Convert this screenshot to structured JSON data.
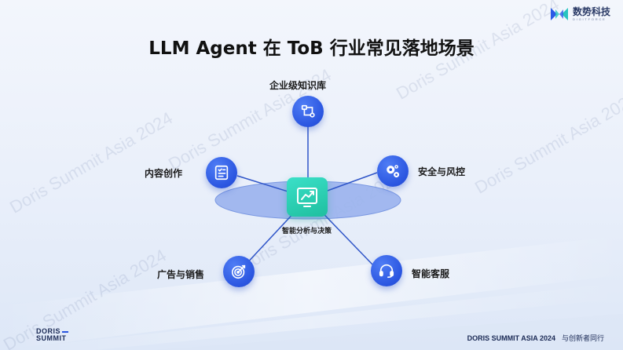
{
  "brand": {
    "logo_cn": "数势科技",
    "logo_en": "DIGITFORCE"
  },
  "slide": {
    "title": "LLM Agent 在 ToB 行业常见落地场景",
    "watermark": "Doris Summit Asia 2024"
  },
  "diagram": {
    "center": {
      "label": "智能分析与决策",
      "icon": "trend-chart-icon"
    },
    "nodes": [
      {
        "id": "knowledge",
        "label": "企业级知识库",
        "icon": "flow-chart-icon"
      },
      {
        "id": "content",
        "label": "内容创作",
        "icon": "document-list-icon"
      },
      {
        "id": "security",
        "label": "安全与风控",
        "icon": "gears-icon"
      },
      {
        "id": "ads",
        "label": "广告与销售",
        "icon": "target-icon"
      },
      {
        "id": "service",
        "label": "智能客服",
        "icon": "headset-icon"
      }
    ]
  },
  "footer": {
    "left_line1": "DORIS",
    "left_line2": "SUMMIT",
    "right_en": "DORIS SUMMIT ASIA 2024",
    "right_cn": "与创新者同行"
  },
  "colors": {
    "accent": "#2a55e0",
    "center": "#1fbf9f",
    "ellipse": "#8fa8ea"
  }
}
